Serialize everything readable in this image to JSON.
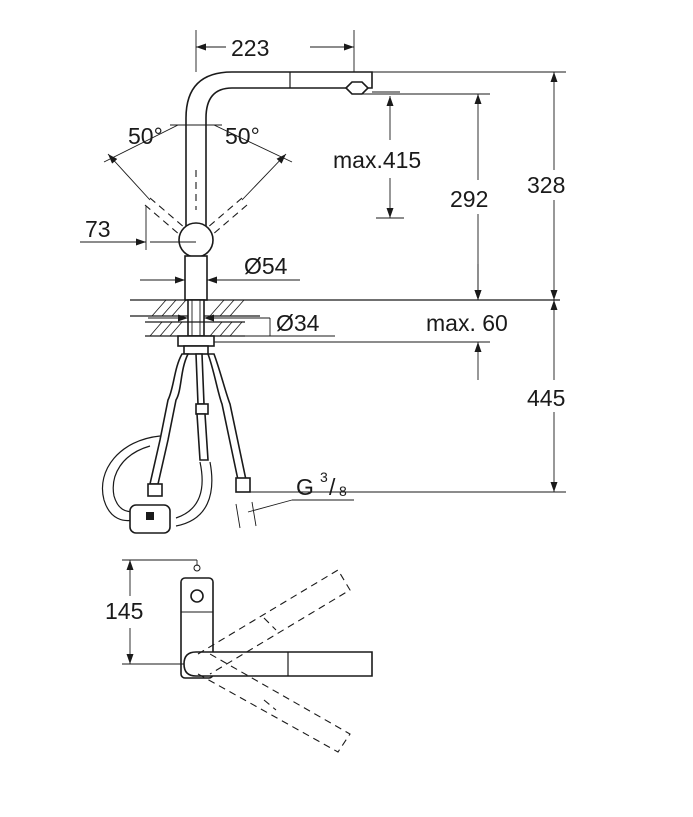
{
  "dimensions": {
    "spout_reach": "223",
    "swivel_left": "50°",
    "swivel_right": "50°",
    "offset": "73",
    "max_pullout": "max.415",
    "spout_height": "292",
    "total_height": "328",
    "base_diameter": "Ø54",
    "hole_diameter": "Ø34",
    "max_counter": "max. 60",
    "hose_length": "445",
    "connection_thread": "G",
    "connection_num": "3",
    "connection_den": "8",
    "plan_depth": "145"
  },
  "colors": {
    "line": "#1a1a1a",
    "background": "#ffffff"
  }
}
